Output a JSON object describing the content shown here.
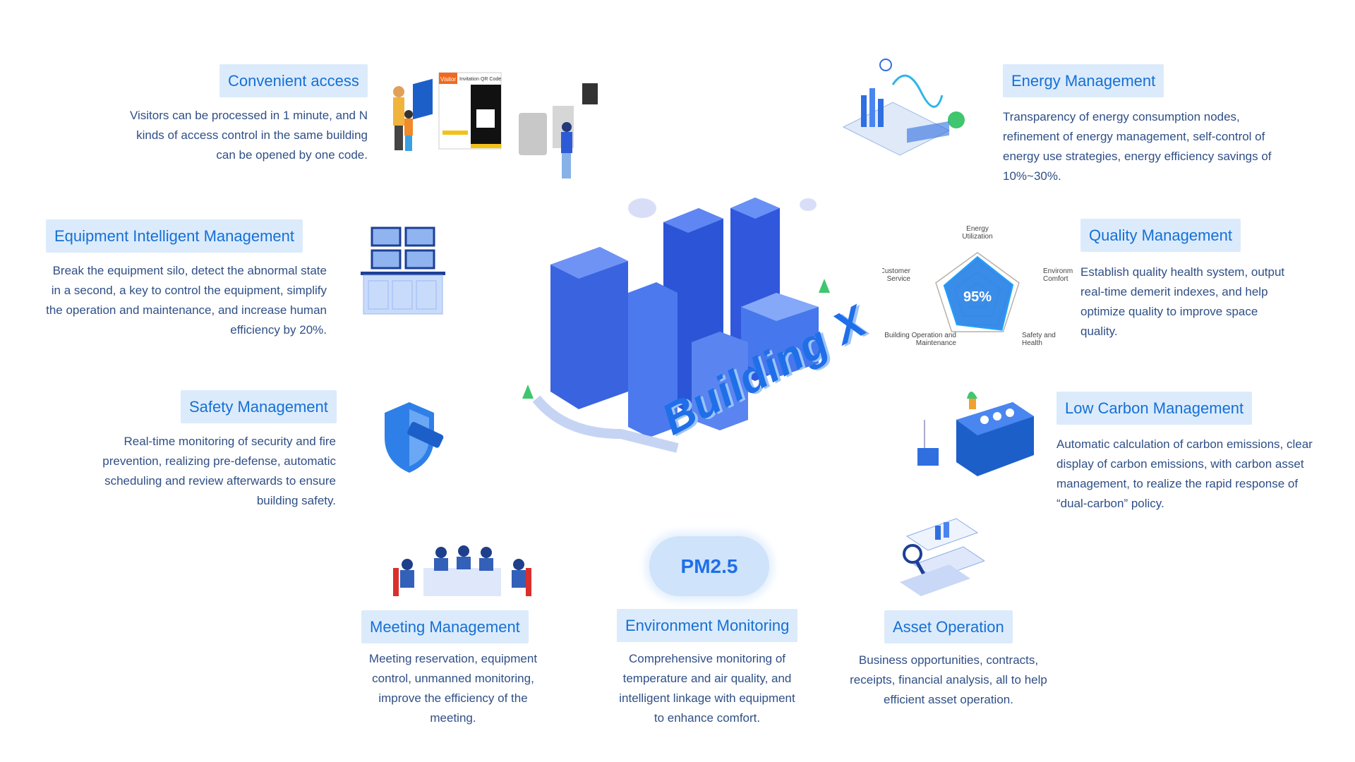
{
  "features": {
    "convenient_access": {
      "title": "Convenient access",
      "lines": [
        "Visitors can be processed in 1 minute, and N",
        "kinds of access control in the same building",
        "can be opened by one code."
      ]
    },
    "energy_management": {
      "title": "Energy Management",
      "lines": [
        "Transparency of energy consumption nodes,",
        "refinement of energy management, self-control of",
        "energy use strategies, energy efficiency savings of",
        "10%~30%."
      ]
    },
    "equipment_management": {
      "title": "Equipment Intelligent Management",
      "lines": [
        "Break the equipment silo, detect the abnormal state",
        "in a second,  a key to control the equipment, simplify",
        "the operation and maintenance, and increase human",
        "efficiency by 20%."
      ]
    },
    "quality_management": {
      "title": "Quality Management",
      "lines": [
        "Establish quality health system, output",
        "real-time demerit indexes, and help",
        "optimize quality to improve space",
        "quality."
      ]
    },
    "safety_management": {
      "title": "Safety Management",
      "lines": [
        "Real-time monitoring of security and fire",
        "prevention, realizing pre-defense, automatic",
        "scheduling and review afterwards to ensure",
        "building safety."
      ]
    },
    "low_carbon_management": {
      "title": "Low Carbon Management",
      "lines": [
        "Automatic calculation of carbon emissions, clear",
        "display of carbon emissions, with carbon asset",
        "management, to realize the rapid response of",
        "“dual-carbon”   policy."
      ]
    },
    "meeting_management": {
      "title": "Meeting Management",
      "lines": [
        "Meeting reservation, equipment",
        "control, unmanned monitoring,",
        "improve the efficiency of the",
        "meeting."
      ]
    },
    "environment_monitoring": {
      "title": "Environment Monitoring",
      "lines": [
        "Comprehensive monitoring of",
        "temperature and air quality, and",
        "intelligent linkage with equipment",
        "to enhance comfort."
      ]
    },
    "asset_operation": {
      "title": "Asset Operation",
      "lines": [
        "Business opportunities, contracts,",
        "receipts, financial analysis, all to help",
        "efficient asset operation."
      ]
    }
  },
  "access_illustration": {
    "tab_visitor": "Visitor",
    "tab_qr": "Invitation QR Code"
  },
  "radar": {
    "center_value": "95%",
    "axes": [
      "Energy Utilization",
      "Environmental Comfort",
      "Safety and Health",
      "Building Operation and Maintenance",
      "Customer Service"
    ],
    "axis_lines": [
      [
        "Energy",
        "Utilization"
      ],
      [
        "Environmental",
        "Comfort"
      ],
      [
        "Safety and",
        "Health"
      ],
      [
        "Building Operation and",
        "Maintenance"
      ],
      [
        "Customer",
        "Service"
      ]
    ],
    "values": [
      0.9,
      0.85,
      0.95,
      0.8,
      0.8
    ]
  },
  "pm_badge": "PM2.5",
  "center_title": "Building X",
  "colors": {
    "label_bg": "#dcebfb",
    "label_text": "#1570d6",
    "body_text": "#2f4f86",
    "accent": "#2f7fe8"
  }
}
